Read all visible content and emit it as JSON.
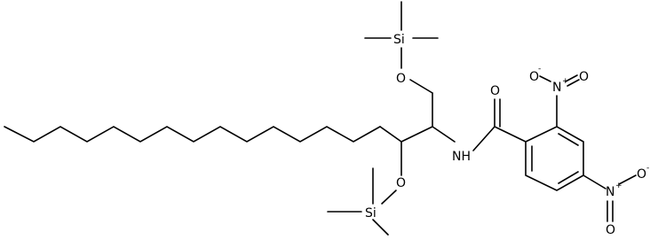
{
  "molecule": {
    "atom_labels": {
      "si_top": "Si",
      "o_top": "O",
      "si_bottom": "Si",
      "o_bottom": "O",
      "nh": "NH",
      "carbonyl_o": "O",
      "nitro1_n": "N",
      "nitro1_n_charge": "+",
      "nitro1_o_single": "O",
      "nitro1_o_single_charge": "-",
      "nitro1_o_double": "O",
      "nitro2_n": "N",
      "nitro2_n_charge": "+",
      "nitro2_o_single": "O",
      "nitro2_o_single_charge": "-",
      "nitro2_o_double": "O"
    },
    "colors": {
      "bond": "#000000",
      "label": "#000000",
      "background": "#ffffff"
    }
  }
}
